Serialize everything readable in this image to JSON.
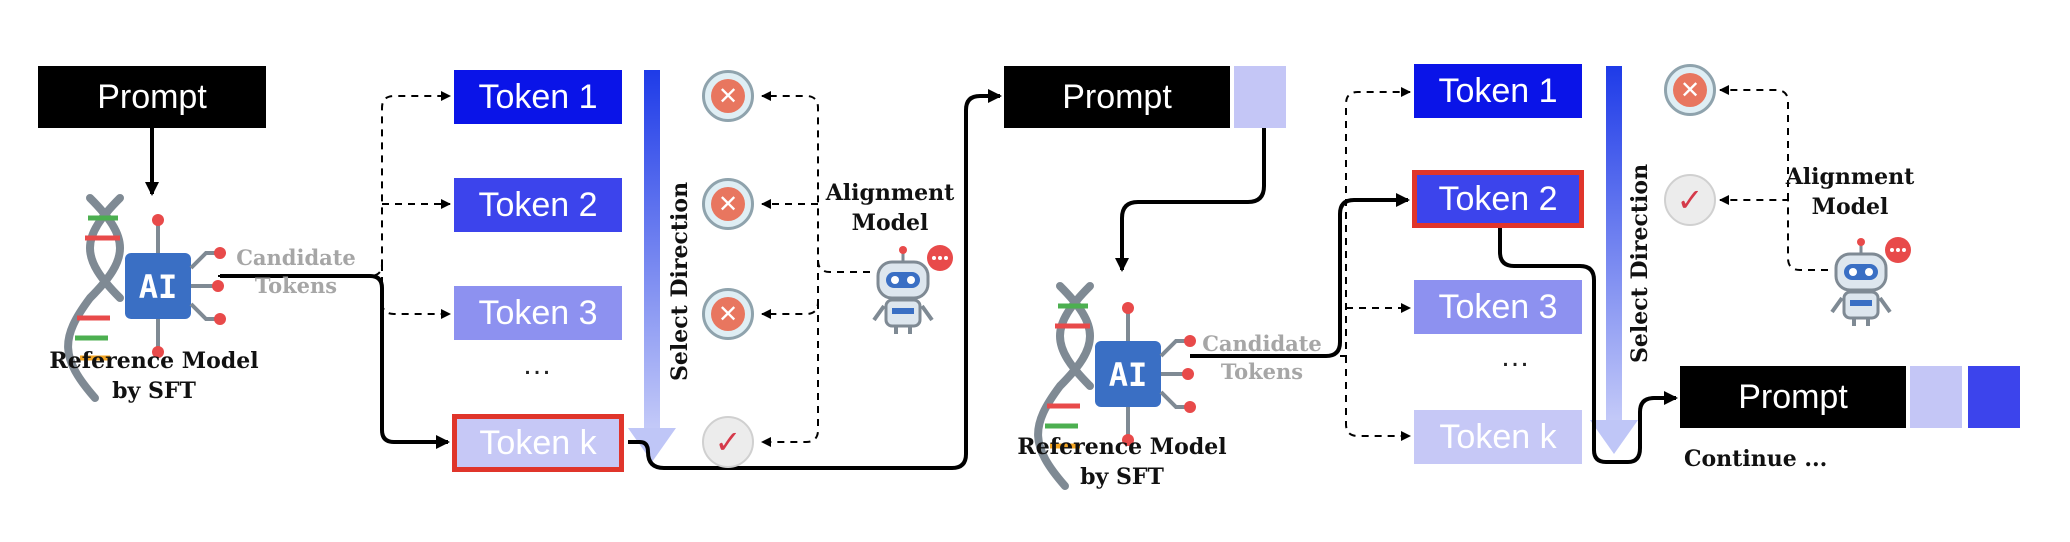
{
  "left": {
    "prompt": "Prompt",
    "tokens": [
      "Token 1",
      "Token 2",
      "Token 3",
      "Token k"
    ],
    "ellipsis": "…",
    "candidate": [
      "Candidate",
      "Tokens"
    ],
    "reference": [
      "Reference Model",
      "by SFT"
    ],
    "select_direction": "Select Direction",
    "alignment": [
      "Alignment",
      "Model"
    ]
  },
  "right": {
    "prompt": "Prompt",
    "tokens": [
      "Token 1",
      "Token 2",
      "Token 3",
      "Token k"
    ],
    "ellipsis": "…",
    "candidate": [
      "Candidate",
      "Tokens"
    ],
    "reference": [
      "Reference Model",
      "by SFT"
    ],
    "select_direction": "Select Direction",
    "alignment": [
      "Alignment",
      "Model"
    ],
    "final_prompt": "Prompt",
    "continue": "Continue ..."
  },
  "icons": {
    "ai_chip": "AI",
    "reject": "reject-x-icon",
    "accept": "checkmark-icon",
    "robot": "robot-icon",
    "dna": "dna-helix-icon"
  },
  "colors": {
    "token1": "#0a14e8",
    "token2": "#3c44ec",
    "token3": "#8d91f0",
    "tokenk": "#c6c8f6",
    "selected_border": "#e0352b",
    "prompt_bg": "#000000",
    "appended_light": "#c4c6f6",
    "appended_dark": "#3c44ec"
  }
}
